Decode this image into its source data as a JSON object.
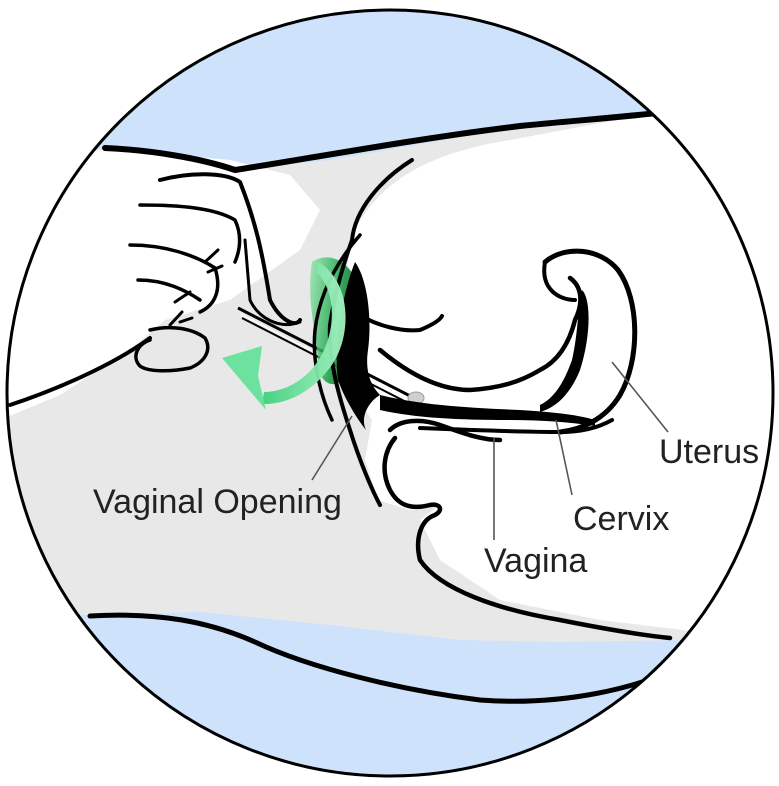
{
  "labels": {
    "vaginal_opening": "Vaginal Opening",
    "vagina": "Vagina",
    "cervix": "Cervix",
    "uterus": "Uterus"
  },
  "colors": {
    "background_sky": "#cfe2fb",
    "tissue_grey": "#e8e8e8",
    "body_white": "#ffffff",
    "outline": "#000000",
    "rotation_arrow": "#66e29a",
    "cavity_dark": "#000000"
  },
  "icons": {
    "rotation_arrow": "curved-rotate-arrow-icon",
    "hand": "hand-holding-applicator-icon"
  }
}
